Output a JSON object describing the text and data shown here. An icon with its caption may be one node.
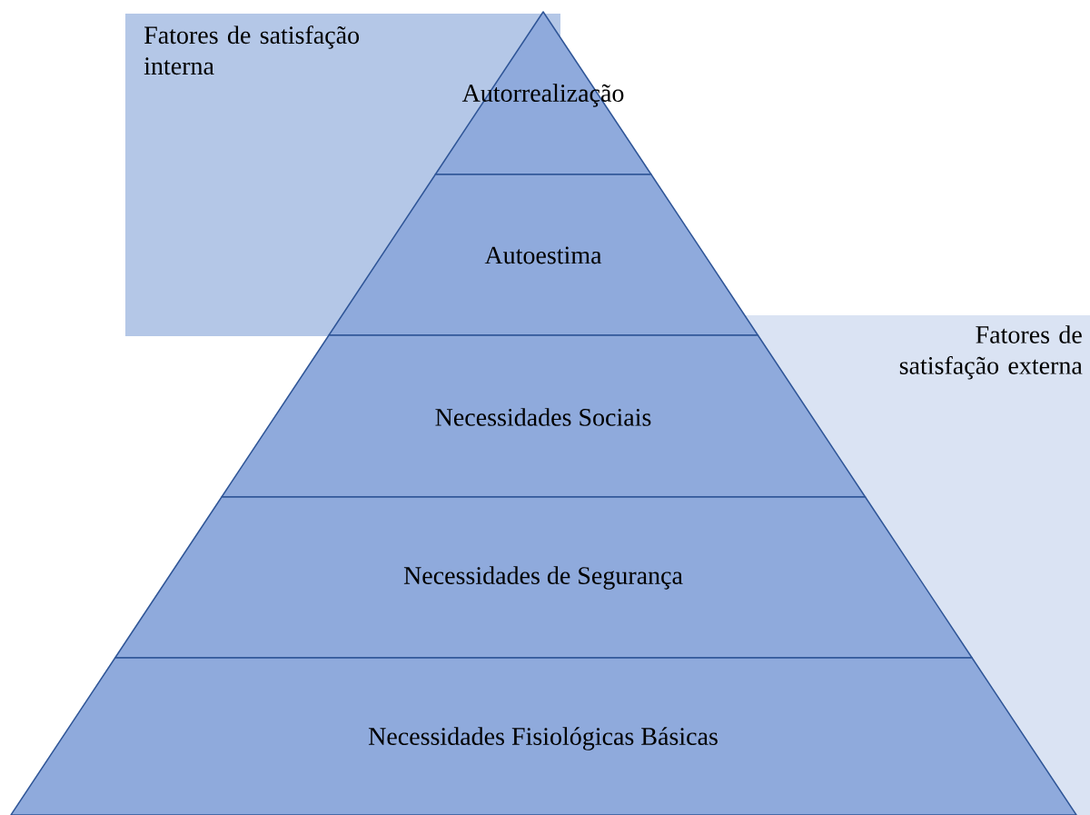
{
  "diagram": {
    "nodes": [
      {
        "text": [
          "Fatores de satisfação interna"
        ]
      },
      {
        "text": [
          "Fatores de satisfação externa"
        ]
      },
      {
        "text": [
          "Autorrealização"
        ]
      },
      {
        "text": [
          "Autoestima"
        ]
      },
      {
        "text": [
          "Necessidades Sociais"
        ]
      },
      {
        "text": [
          "Necessidades de Segurança"
        ]
      },
      {
        "text": [
          "Necessidades Fisiológicas Básicas"
        ]
      }
    ]
  }
}
